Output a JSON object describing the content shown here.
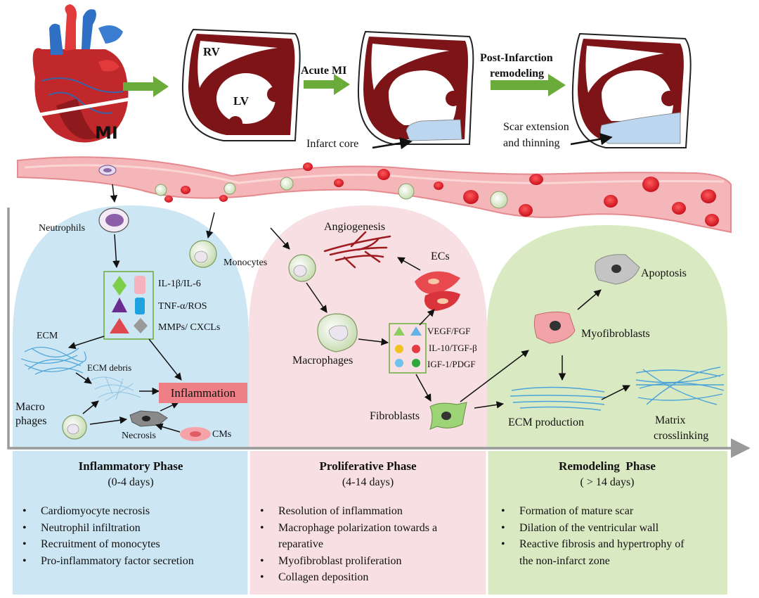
{
  "top": {
    "mi_label": "MI",
    "rv_label": "RV",
    "lv_label": "LV",
    "acute_mi_label": "Acute MI",
    "post_infarction_line1": "Post-Infarction",
    "post_infarction_line2": "remodeling",
    "infarct_core_label": "Infarct core",
    "scar_line1": "Scar extension",
    "scar_line2": "and thinning"
  },
  "inflammatory": {
    "neutrophils": "Neutrophils",
    "monocytes": "Monocytes",
    "factor1": "IL-1β/IL-6",
    "factor2": "TNF-α/ROS",
    "factor3": "MMPs/ CXCLs",
    "ecm": "ECM",
    "ecm_debris": "ECM debris",
    "inflammation": "Inflammation",
    "macrophages_line1": "Macro",
    "macrophages_line2": "phages",
    "necrosis": "Necrosis",
    "cms": "CMs"
  },
  "proliferative": {
    "angiogenesis": "Angiogenesis",
    "ecs": "ECs",
    "macrophages": "Macrophages",
    "factor1": "VEGF/FGF",
    "factor2": "IL-10/TGF-β",
    "factor3": "IGF-1/PDGF",
    "fibroblasts": "Fibroblasts"
  },
  "remodeling": {
    "apoptosis": "Apoptosis",
    "myofibroblasts": "Myofibroblasts",
    "ecm_production": "ECM production",
    "matrix_line1": "Matrix",
    "matrix_line2": "crosslinking"
  },
  "phases": [
    {
      "title": "Inflammatory Phase",
      "days": "(0-4 days)",
      "bullets": [
        "Cardiomyocyte necrosis",
        "Neutrophil infiltration",
        "Recruitment of monocytes",
        "Pro-inflammatory factor secretion"
      ]
    },
    {
      "title": "Proliferative Phase",
      "days": "(4-14 days)",
      "bullets": [
        "Resolution of inflammation",
        "Macrophage polarization towards a",
        "reparative",
        "Myofibroblast proliferation",
        "Collagen deposition"
      ]
    },
    {
      "title": "Remodeling  Phase",
      "days": "( > 14 days)",
      "bullets": [
        "Formation of mature scar",
        "Dilation of the ventricular wall",
        "Reactive fibrosis and hypertrophy of",
        "the non-infarct zone"
      ]
    }
  ],
  "colors": {
    "myocardium": "#7d1418",
    "infarct": "#bcd6ef",
    "arrow_green": "#6aab3a",
    "phase1_bg": "#cde6f4",
    "phase2_bg": "#f8dfe3",
    "phase3_bg": "#d9eac3",
    "vessel": "#f4b6b8",
    "rbc": "#d81e28"
  }
}
